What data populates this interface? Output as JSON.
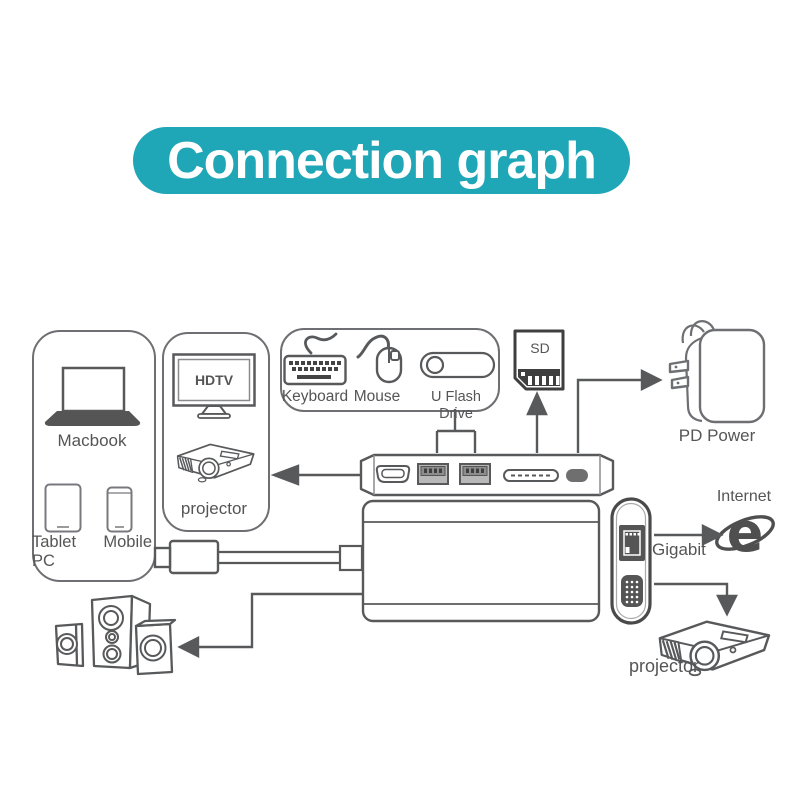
{
  "banner": {
    "title": "Connection graph"
  },
  "colors": {
    "accent_teal": "#1fa6b7",
    "line_gray": "#58595b",
    "text_gray": "#555555"
  },
  "labels": {
    "macbook": "Macbook",
    "tablet_pc": "Tablet PC",
    "mobile": "Mobile",
    "hdtv": "HDTV",
    "projector_left": "projector",
    "keyboard": "Keyboard",
    "mouse": "Mouse",
    "u_flash_drive": "U Flash Drive",
    "sd_card": "SD",
    "pd_power": "PD Power",
    "gigabit": "Gigabit",
    "internet": "Internet",
    "internet_logo_letter": "e",
    "projector_right": "projector"
  }
}
